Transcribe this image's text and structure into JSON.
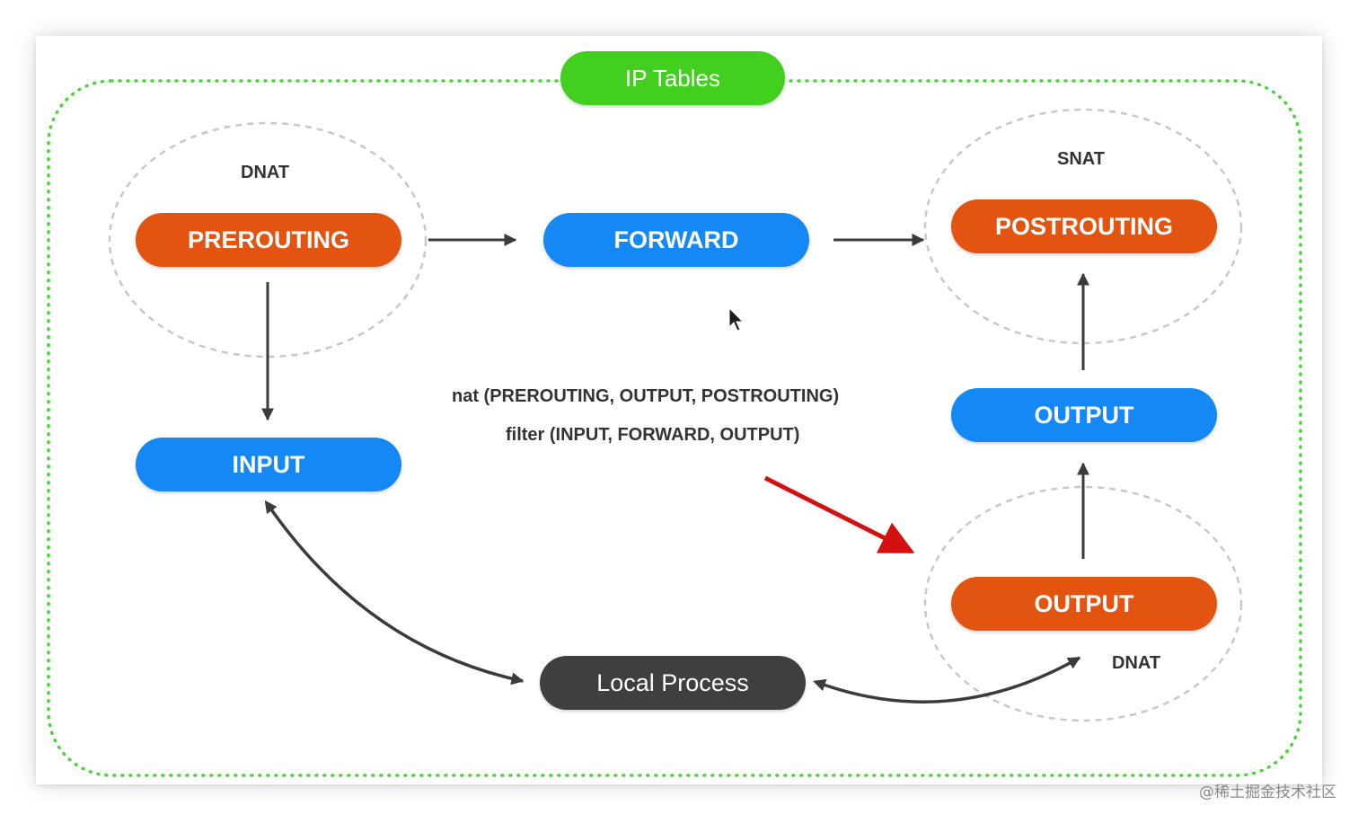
{
  "title": "IP Tables",
  "colors": {
    "frame_green": "#4cd43a",
    "title_green": "#42cf1e",
    "orange": "#e25410",
    "blue": "#1488f5",
    "dark": "#3f3f41",
    "arrow": "#3b3b3b",
    "highlight_arrow": "#d41010",
    "zone_dash": "#c8c8c8"
  },
  "nodes": {
    "prerouting": "PREROUTING",
    "forward": "FORWARD",
    "postrouting": "POSTROUTING",
    "input": "INPUT",
    "output_filter": "OUTPUT",
    "output_nat": "OUTPUT",
    "local_process": "Local Process"
  },
  "labels": {
    "dnat_prerouting": "DNAT",
    "snat_postrouting": "SNAT",
    "dnat_output": "DNAT"
  },
  "notes": {
    "nat": "nat (PREROUTING, OUTPUT, POSTROUTING)",
    "filter": "filter (INPUT, FORWARD, OUTPUT)"
  },
  "icons": [
    "mouse-cursor-icon"
  ],
  "watermark": "@稀土掘金技术社区"
}
